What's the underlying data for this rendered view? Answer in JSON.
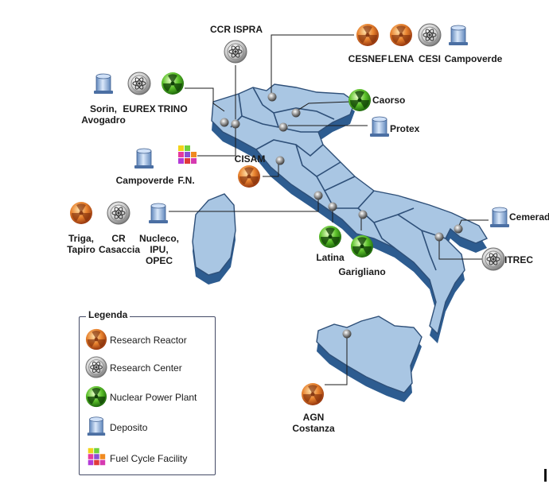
{
  "labels": {
    "ccr_ispra": "CCR ISPRA",
    "cesnef": "CESNEF",
    "lena": "LENA",
    "cesi": "CESI",
    "campoverde_north": "Campoverde",
    "sorin": "Sorin,\nAvogadro",
    "eurex": "EUREX",
    "trino": "TRINO",
    "caorso": "Caorso",
    "protex": "Protex",
    "campoverde_south": "Campoverde",
    "fn": "F.N.",
    "cisam": "CISAM",
    "triga": "Triga,\nTapiro",
    "cr_casaccia": "CR\nCasaccia",
    "nucleco": "Nucleco,\nIPU,\nOPEC",
    "latina": "Latina",
    "garigliano": "Garigliano",
    "cemerad": "Cemerad",
    "itrec": "ITREC",
    "agn": "AGN\nCostanza"
  },
  "legend": {
    "title": "Legenda",
    "research_reactor": "Research Reactor",
    "research_center": "Research Center",
    "nuclear_power_plant": "Nuclear Power Plant",
    "deposito": "Deposito",
    "fuel_cycle": "Fuel Cycle Facility"
  },
  "colors": {
    "land": "#a9c6e3",
    "land_shadow": "#2f5f93",
    "land_edge": "#3b5f86",
    "reactor": "#e0782a",
    "power_plant": "#5fbf2a",
    "center": "#d4d4d4",
    "deposito": "#8fb3e0"
  }
}
